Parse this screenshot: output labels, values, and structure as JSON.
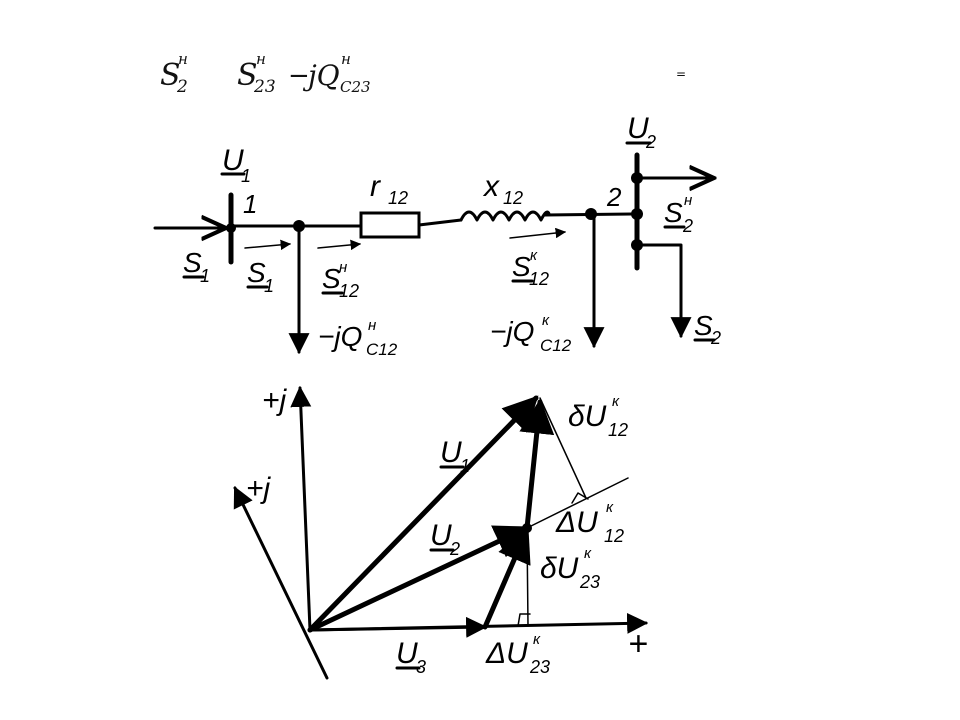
{
  "formula": {
    "lhs_base": "S",
    "lhs_sub": "2",
    "lhs_sup": "н",
    "rhs_base": "S",
    "rhs_sub": "23",
    "rhs_sup": "н",
    "minus": "−",
    "jQ": "jQ",
    "q_sub": "C23",
    "q_sup": "н",
    "equals_mark": "="
  },
  "circuit": {
    "node1": "1",
    "node2": "2",
    "U1": "U",
    "U1_sub": "1",
    "U2": "U",
    "U2_sub": "2",
    "r": "r",
    "r_sub": "12",
    "x": "x",
    "x_sub": "12",
    "S1_in": "S",
    "S1_in_sub": "1",
    "S1_line": "S",
    "S1_line_sub": "1",
    "S12n": "S",
    "S12n_sub": "12",
    "S12n_sup": "н",
    "S12k": "S",
    "S12k_sub": "12",
    "S12k_sup": "к",
    "S2n": "S",
    "S2n_sub": "2",
    "S2n_sup": "н",
    "S2": "S",
    "S2_sub": "2",
    "Qc12n": "−jQ",
    "Qc12n_sub": "C12",
    "Qc12n_sup": "н",
    "Qc12k": "−jQ",
    "Qc12k_sub": "C12",
    "Qc12k_sup": "к"
  },
  "phasor": {
    "plus_j_1": "+j",
    "plus_j_2": "+j",
    "plus_real": "+",
    "U1": "U",
    "U1_sub": "1",
    "U2": "U",
    "U2_sub": "2",
    "U3": "U",
    "U3_sub": "3",
    "dU12k_delta": "δU",
    "dU12k_sub": "12",
    "dU12k_sup": "к",
    "DU12k": "ΔU",
    "DU12k_sub": "12",
    "DU12k_sup": "к",
    "dU23k": "δU",
    "dU23k_sub": "23",
    "dU23k_sup": "к",
    "DU23k": "ΔU",
    "DU23k_sub": "23",
    "DU23k_sup": "к"
  }
}
